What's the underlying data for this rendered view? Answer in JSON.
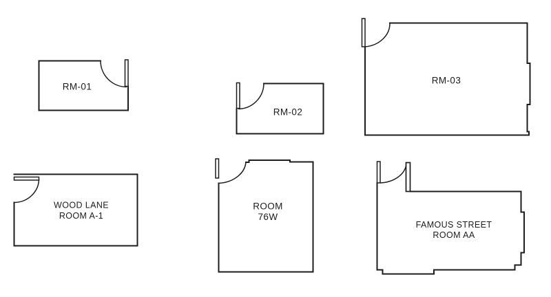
{
  "theme": {
    "line_color": "#1c1c1c",
    "background": "#ffffff"
  },
  "rooms": [
    {
      "id": "rm-01",
      "label_lines": [
        "RM-01"
      ]
    },
    {
      "id": "rm-02",
      "label_lines": [
        "RM-02"
      ]
    },
    {
      "id": "rm-03",
      "label_lines": [
        "RM-03"
      ]
    },
    {
      "id": "room-a1",
      "label_lines": [
        "WOOD LANE",
        "ROOM A-1"
      ]
    },
    {
      "id": "room-76w",
      "label_lines": [
        "ROOM",
        "76W"
      ]
    },
    {
      "id": "room-aa",
      "label_lines": [
        "FAMOUS STREET",
        "ROOM AA"
      ]
    }
  ]
}
